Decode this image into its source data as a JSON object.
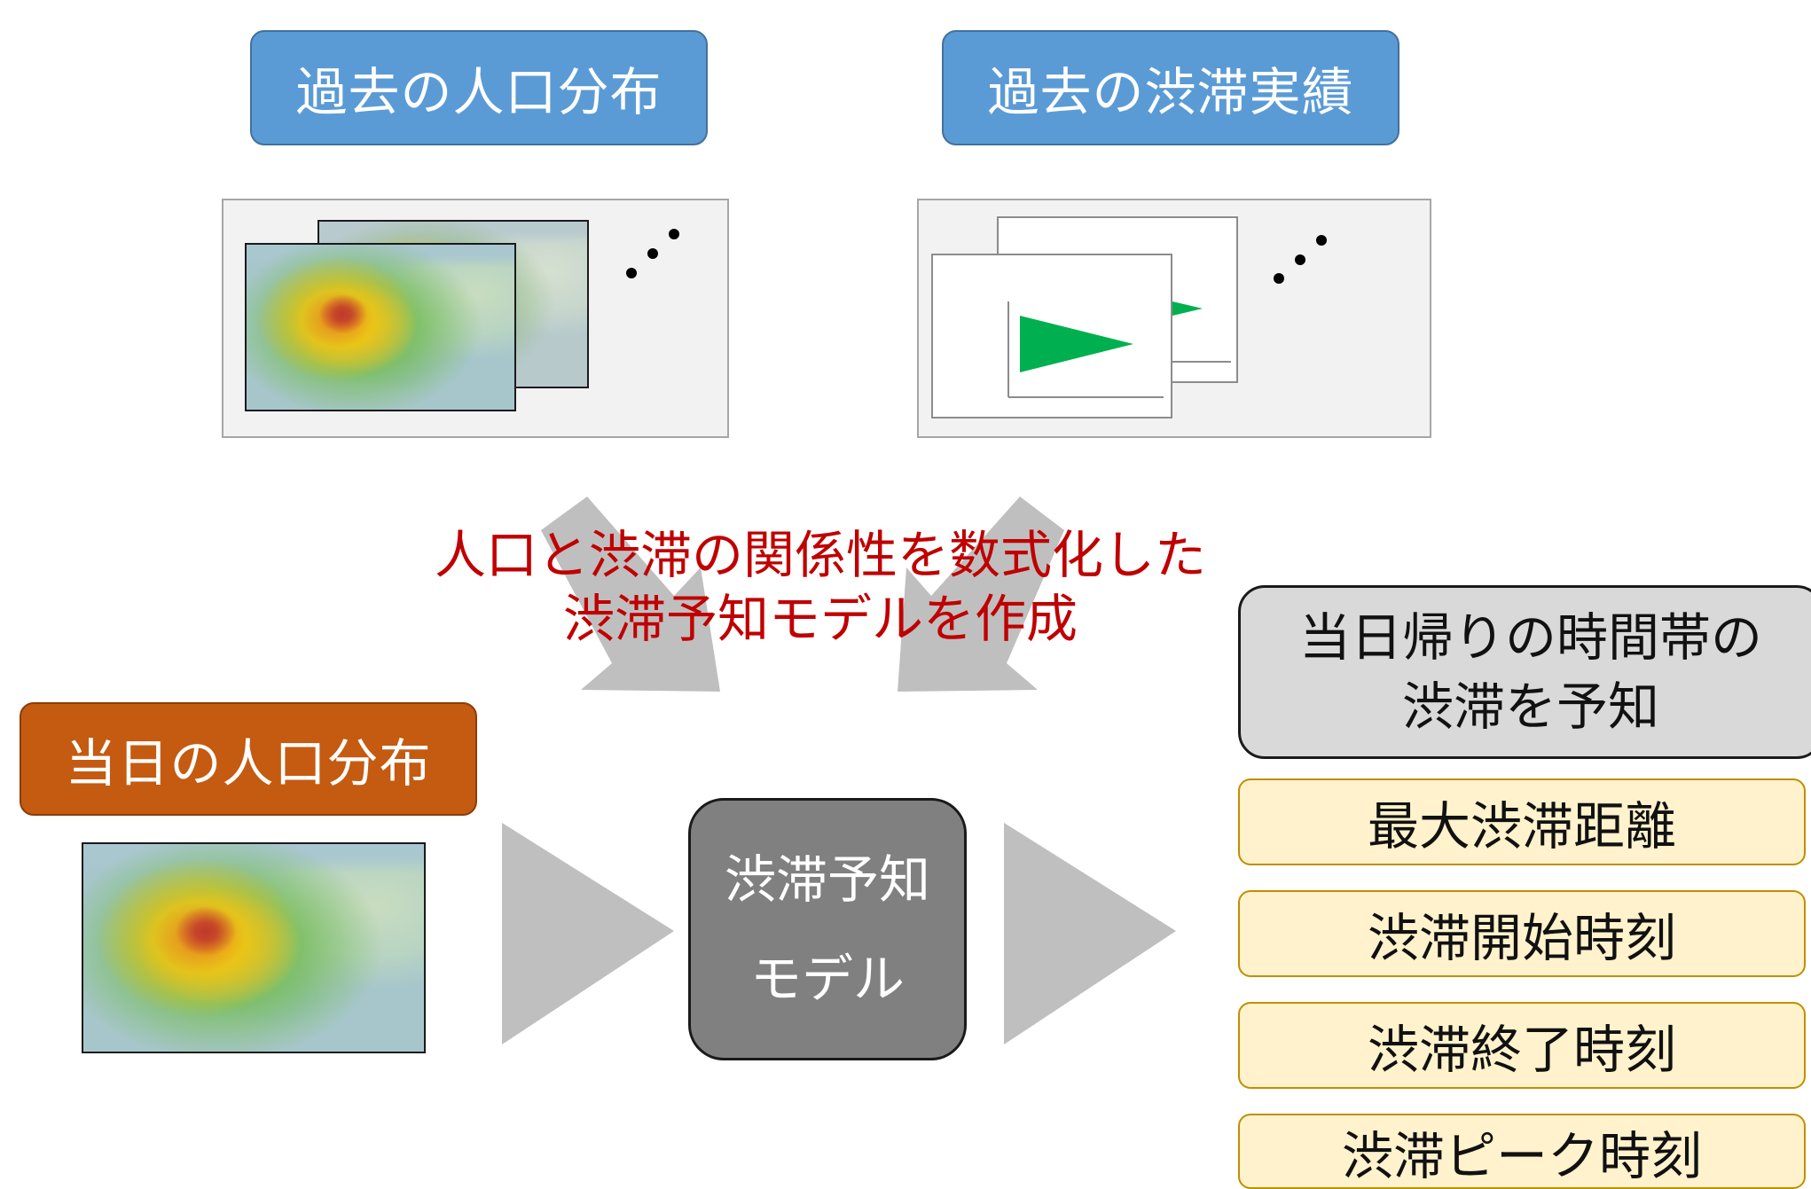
{
  "top": {
    "past_population_label": "過去の人口分布",
    "past_congestion_label": "過去の渋滞実績"
  },
  "middle": {
    "caption_line1": "人口と渋滞の関係性を数式化した",
    "caption_line2": "渋滞予知モデルを作成"
  },
  "bottom": {
    "today_population_label": "当日の人口分布",
    "model_line1": "渋滞予知",
    "model_line2": "モデル"
  },
  "prediction": {
    "header_line1": "当日帰りの時間帯の",
    "header_line2": "渋滞を予知",
    "items": [
      "最大渋滞距離",
      "渋滞開始時刻",
      "渋滞終了時刻",
      "渋滞ピーク時刻"
    ]
  },
  "colors": {
    "label_blue": "#5b9bd5",
    "label_orange": "#c55a11",
    "caption_red": "#c00000",
    "model_gray": "#808080",
    "item_fill": "#fff2cc",
    "arrow_gray": "#bfbfbf",
    "flag_green": "#00b050"
  }
}
